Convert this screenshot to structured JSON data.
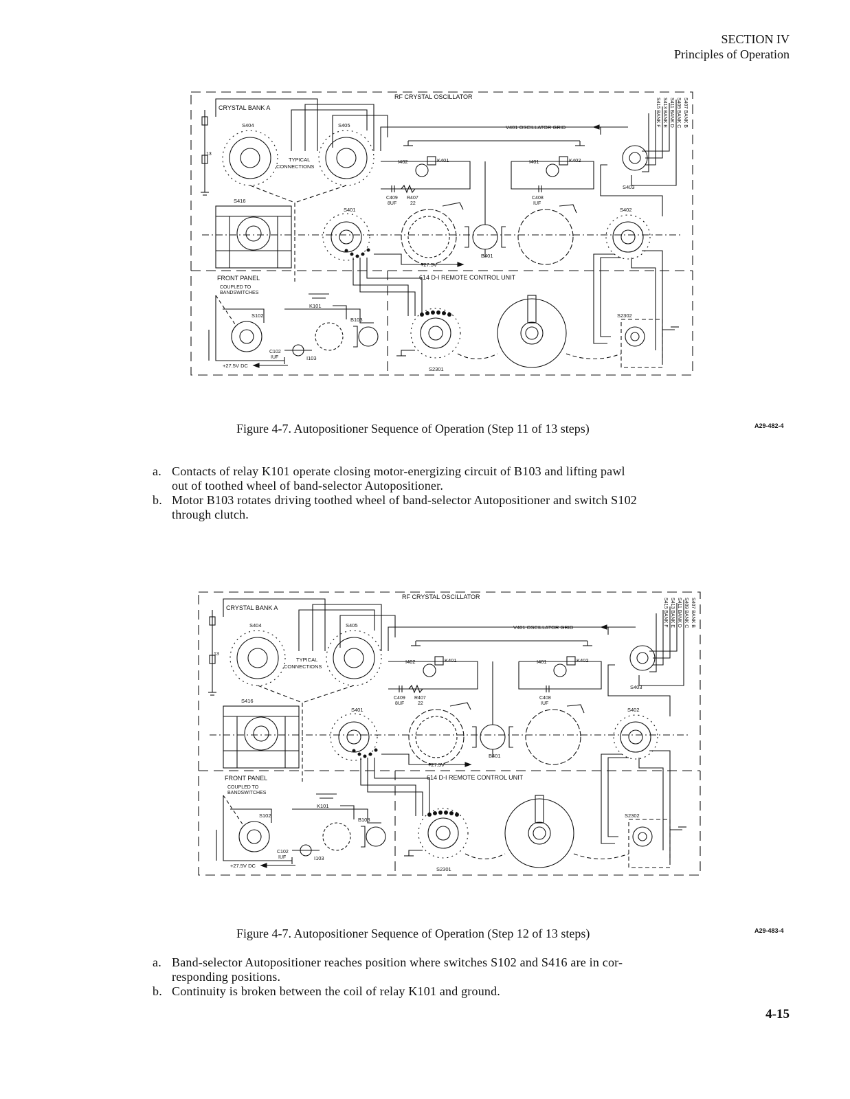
{
  "header": {
    "section": "SECTION IV",
    "title": "Principles of Operation"
  },
  "diagram_labels": {
    "rf_oscillator": "RF CRYSTAL OSCILLATOR",
    "crystal_bank": "CRYSTAL BANK A",
    "s404": "S404",
    "s405": "S405",
    "s416": "S416",
    "s401": "S401",
    "s402": "S402",
    "s403": "S403",
    "s102": "S102",
    "s2301": "S2301",
    "s2302": "S2302",
    "typical": "TYPICAL",
    "connections": "CONNECTIONS",
    "v401": "V401 OSCILLATOR GRID",
    "i402": "I402",
    "k401": "K401",
    "i401": "I401",
    "k402": "K402",
    "c409": "C409",
    "c409v": "8UF",
    "r407": "R407",
    "r407v": "22",
    "c408": "C408",
    "c408v": "IUF",
    "v275": "+27.5V",
    "b401": "B401",
    "front_panel": "FRONT PANEL",
    "coupled1": "COUPLED TO",
    "coupled2": "BANDSWITCHES",
    "k101": "K101",
    "b103": "B103",
    "c102": "C102",
    "c102v": "IUF",
    "i103": "I103",
    "v275dc": "+27.5V DC",
    "remote": "614 D-I REMOTE CONTROL UNIT",
    "bank_b": "S407 BANK B",
    "bank_c": "S409 BANK C",
    "bank_d": "S411 BANK D",
    "bank_e": "S413 BANK E",
    "bank_f": "S415 BANK F",
    "pin13": "13"
  },
  "figure1": {
    "caption": "Figure 4-7.  Autopositioner Sequence of Operation (Step 11 of 13 steps)",
    "id": "A29-482-4",
    "items": [
      {
        "label": "a.",
        "line1": "Contacts of relay K101 operate closing motor-energizing circuit of B103 and lifting pawl",
        "line2": "out of toothed wheel of band-selector Autopositioner."
      },
      {
        "label": "b.",
        "line1": "Motor B103 rotates driving toothed wheel of band-selector Autopositioner and switch S102",
        "line2": "through clutch."
      }
    ]
  },
  "figure2": {
    "caption": "Figure 4-7.  Autopositioner Sequence of Operation (Step 12 of 13 steps)",
    "id": "A29-483-4",
    "items": [
      {
        "label": "a.",
        "line1": "Band-selector Autopositioner reaches position where switches S102 and S416 are in cor-",
        "line2": "responding positions."
      },
      {
        "label": "b.",
        "line1": "Continuity is broken between the coil of relay K101 and ground.",
        "line2": ""
      }
    ]
  },
  "page_number": "4-15"
}
